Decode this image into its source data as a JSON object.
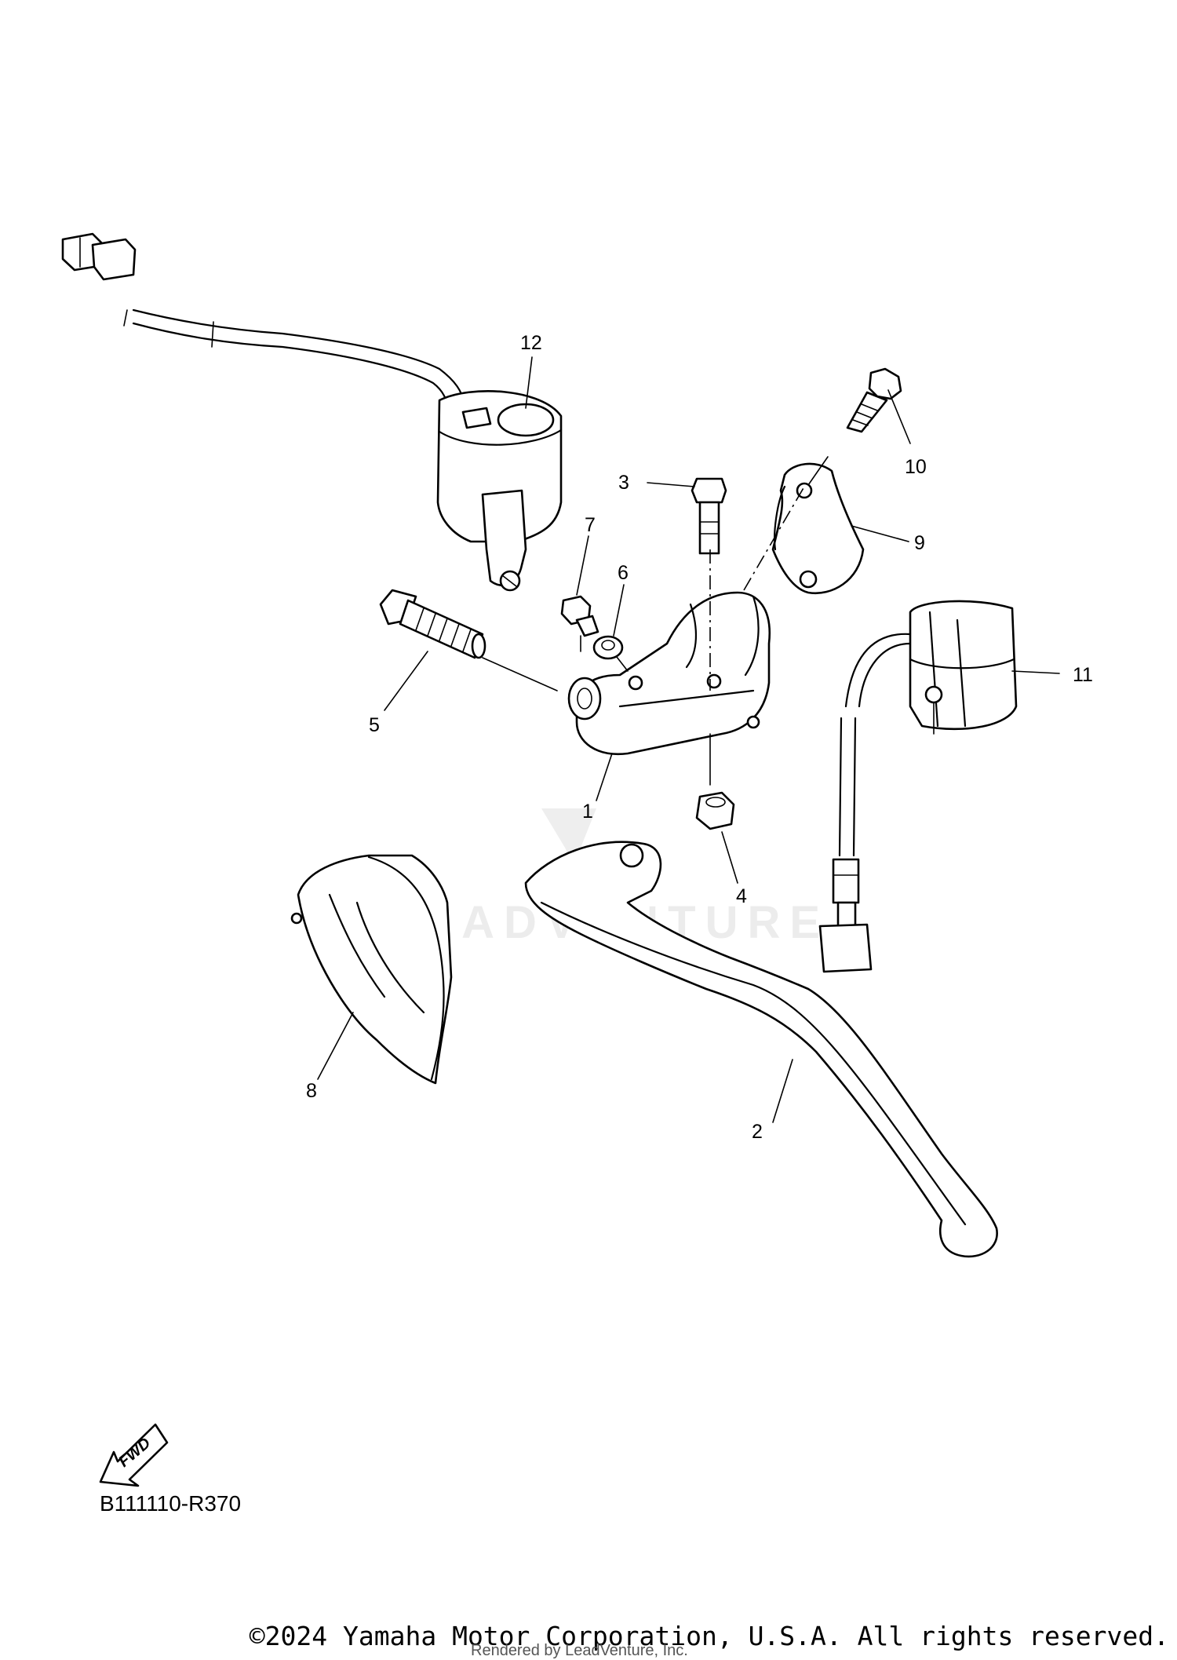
{
  "diagram": {
    "code": "B111110-R370",
    "fwd_label": "FWD",
    "watermark": "LEADVENTURE",
    "callouts": [
      {
        "id": "1",
        "label": "1"
      },
      {
        "id": "2",
        "label": "2"
      },
      {
        "id": "3",
        "label": "3"
      },
      {
        "id": "4",
        "label": "4"
      },
      {
        "id": "5",
        "label": "5"
      },
      {
        "id": "6",
        "label": "6"
      },
      {
        "id": "7",
        "label": "7"
      },
      {
        "id": "8",
        "label": "8"
      },
      {
        "id": "9",
        "label": "9"
      },
      {
        "id": "10",
        "label": "10"
      },
      {
        "id": "11",
        "label": "11"
      },
      {
        "id": "12",
        "label": "12"
      }
    ]
  },
  "footer": {
    "copyright": "©2024 Yamaha Motor Corporation, U.S.A. All rights reserved.",
    "rendered_by": "Rendered by LeadVenture, Inc."
  }
}
